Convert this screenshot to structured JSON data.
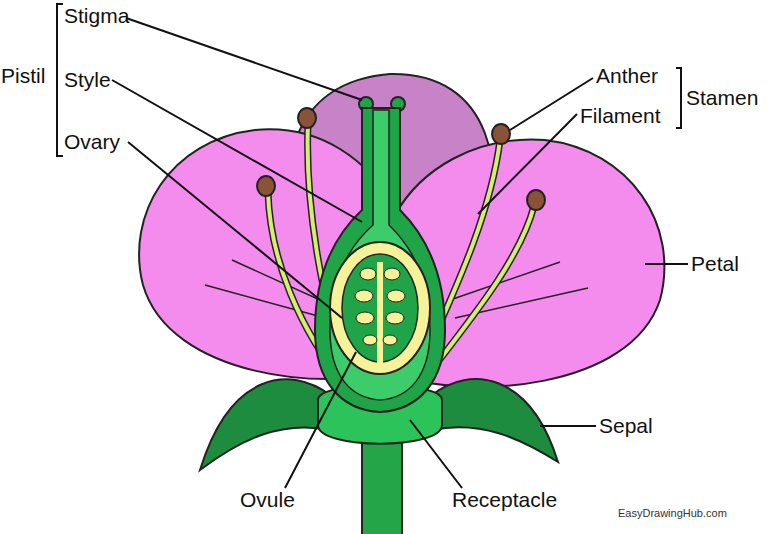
{
  "diagram": {
    "labels": [
      "Stigma",
      "Pistil",
      "Style",
      "Ovary",
      "Anther",
      "Stamen",
      "Filament",
      "Petal",
      "Sepal",
      "Ovule",
      "Receptacle",
      "EasyDrawingHub.com"
    ]
  }
}
